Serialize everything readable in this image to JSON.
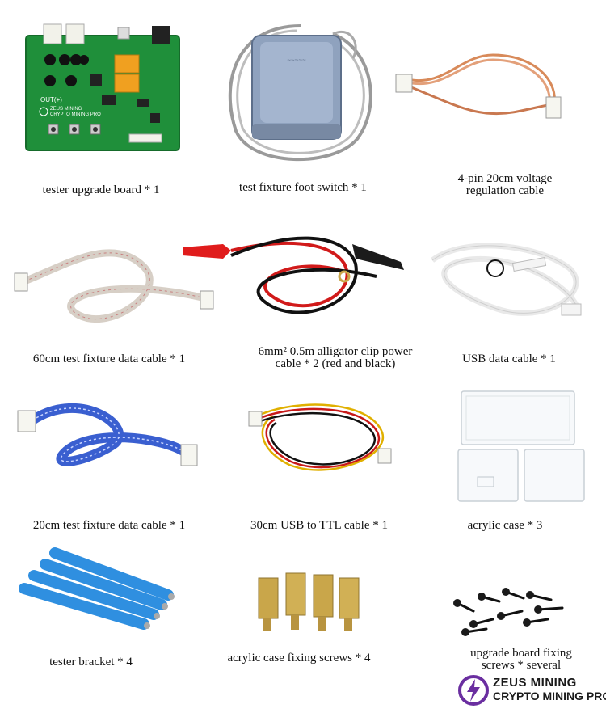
{
  "items": [
    {
      "label": "tester upgrade board * 1"
    },
    {
      "label": "test fixture foot switch * 1"
    },
    {
      "label_line1": "4-pin 20cm voltage",
      "label_line2": "regulation cable"
    },
    {
      "label": "60cm test fixture data cable  * 1"
    },
    {
      "label_line1": "6mm² 0.5m alligator clip power",
      "label_line2": "cable * 2 (red and black)"
    },
    {
      "label": "USB data cable * 1"
    },
    {
      "label": "20cm test fixture data cable  * 1"
    },
    {
      "label": "30cm USB to TTL cable * 1"
    },
    {
      "label": "acrylic case * 3"
    },
    {
      "label": "tester bracket * 4"
    },
    {
      "label": "acrylic case fixing screws * 4"
    },
    {
      "label_line1": "upgrade board fixing",
      "label_line2": "screws * several"
    }
  ],
  "pcb": {
    "out_label": "OUT(+)",
    "brand_line1": "ZEUS MINING",
    "brand_line2": "CRYPTO MINING PRO"
  },
  "logo": {
    "line1": "ZEUS MINING",
    "line2": "CRYPTO MINING PRO",
    "icon": "lightning-bolt-icon"
  },
  "colors": {
    "pcb_green": "#1f8f3a",
    "relay_orange": "#f0a020",
    "cable_blue": "#3a5fd0",
    "bracket_blue": "#2f8fe0",
    "brass": "#c9a64a",
    "logo_purple": "#6a2ea0"
  }
}
